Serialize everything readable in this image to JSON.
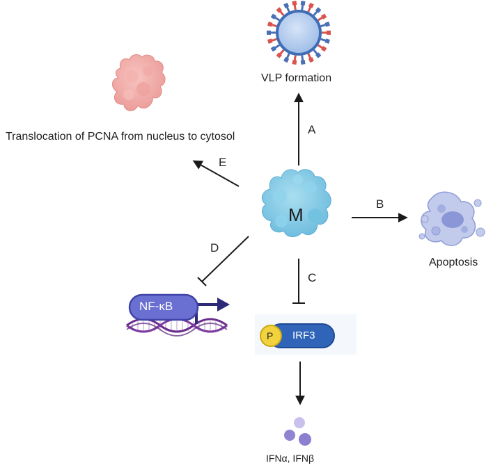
{
  "center": {
    "label": "M"
  },
  "pathways": {
    "a": {
      "letter": "A",
      "target": "VLP formation"
    },
    "b": {
      "letter": "B",
      "target": "Apoptosis"
    },
    "c": {
      "letter": "C"
    },
    "d": {
      "letter": "D"
    },
    "e": {
      "letter": "E",
      "target": "Translocation of PCNA from nucleus to cytosol"
    }
  },
  "irf3": {
    "phospho": "P",
    "label": "IRF3",
    "downstream": "IFNα, IFNβ"
  },
  "nfkb": {
    "label": "NF-κB"
  },
  "icons": [
    "virus-particle-icon",
    "pcna-protein-icon",
    "apoptotic-cell-icon",
    "m-protein-icon",
    "dna-helix-icon",
    "transcription-arrow-icon",
    "interferon-molecules-icon"
  ],
  "colors": {
    "m_protein": "#7fcbe6",
    "pcna": "#f0a7a4",
    "apoptosis": "#8a9ad3",
    "irf3": "#2f64b8",
    "phospho": "#f2d33d",
    "nfkb": "#6a6fd2",
    "dna": "#6a2c8c",
    "ifn": "#9a8fd6",
    "virus_shell": "#5b82c7",
    "virus_spike_red": "#d9534f",
    "virus_spike_blue": "#4a6fb5"
  }
}
